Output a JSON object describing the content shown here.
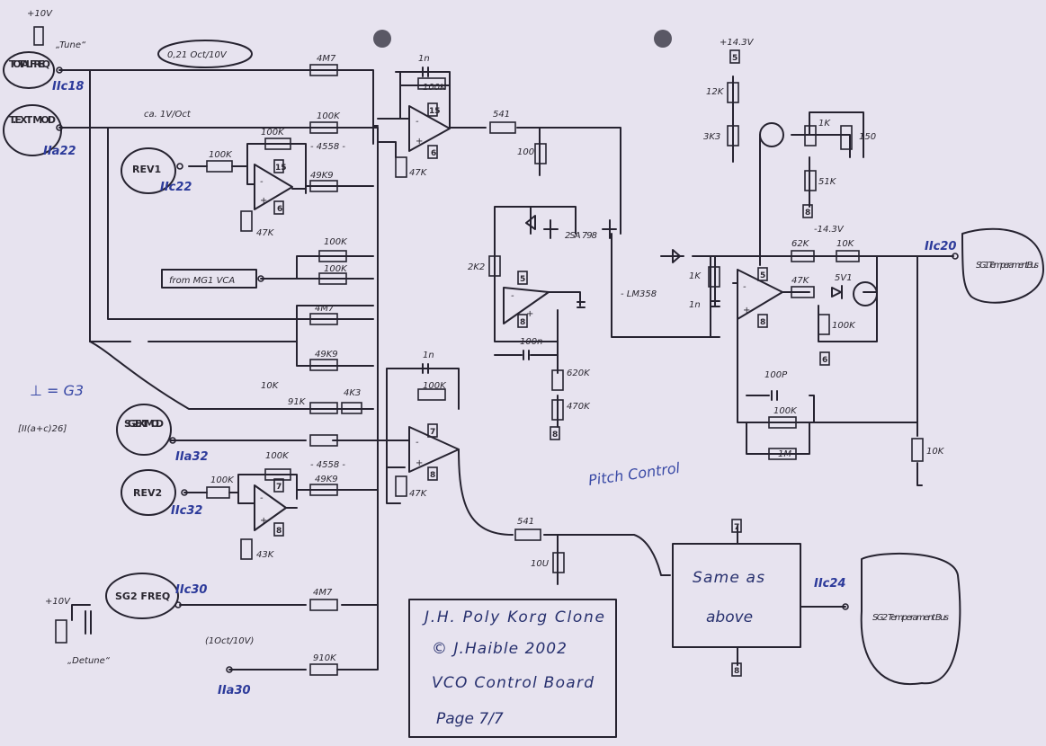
{
  "tune_label": "„Tune“",
  "detune_label": "„Detune“",
  "plus10v": "+10V",
  "input_total_freq": "TOTAL FREQ",
  "input_t_ext_mod": "T.EXT MOD",
  "input_rev1": "REV1",
  "input_from_mg1": "from MG1 VCA",
  "input_sg2_ext_mod": "SG2 EXT MOD",
  "input_rev2": "REV2",
  "input_sg2_freq": "SG2 FREQ",
  "output_sg1": "SG1 Temperament Bus",
  "output_sg2": "SG2 Temperament Bus",
  "ref_iic18": "IIc18",
  "ref_iia22": "IIa22",
  "ref_iic22": "IIc22",
  "ref_iia32": "IIa32",
  "ref_iic32": "IIc32",
  "ref_iic30": "IIc30",
  "ref_iia30": "IIa30",
  "ref_iic20": "IIc20",
  "ref_iic24": "IIc24",
  "note_oct": "0,21 Oct/10V",
  "note_ca": "ca. 1V/Oct",
  "note_1oct": "(1Oct/10V)",
  "ground_note": "⊥ = G3",
  "ground_sub": "[II(a+c)26]",
  "pitch_control": "Pitch Control",
  "same_as_above_1": "Same as",
  "same_as_above_2": "above",
  "title_box": {
    "line1": "J.H. Poly Korg Clone",
    "line2": "© J.Haible 2002",
    "line3": "VCO Control Board",
    "line4": "Page 7/7"
  },
  "components": {
    "r_4m7": "4M7",
    "r_100k": "100K",
    "r_1n": "1n",
    "r_100k_fb": "100K",
    "r_541": "541",
    "r_100": "100",
    "r_47k": "47K",
    "ic_4558": "- 4558 -",
    "r_49k9": "49K9",
    "r_24k2": "2K2",
    "q_2sa798": "2SA 798",
    "c_100n": "100n",
    "r_620k": "620K",
    "trim_470k": "470K",
    "ic_lm358": "- LM358",
    "v_p15": "+14.3V",
    "r_12k": "12K",
    "r_3k3": "3K3",
    "r_1k_trim": "1K",
    "r_150": "150",
    "r_51k": "51K",
    "v_m15": "-14.3V",
    "r_62k": "62K",
    "r_10k": "10K",
    "r_1k": "1K",
    "c_1n": "1n",
    "r_47k_out": "47K",
    "r_5v1": "5V1",
    "r_100k_out": "100K",
    "c_100p": "100P",
    "r_1m": "1M",
    "r_10k_gnd": "10K",
    "r_10k_trim": "10K",
    "r_91k": "91K",
    "r_4k3": "4K3",
    "r_91k_b": "910K",
    "r_10u": "10U",
    "r_100k_rev": "100K",
    "r_47k_rev": "47K",
    "r_43k": "43K",
    "pin_15a": "15",
    "pin_6a": "6",
    "pin_7": "7",
    "pin_8": "8",
    "pin_5": "5"
  }
}
